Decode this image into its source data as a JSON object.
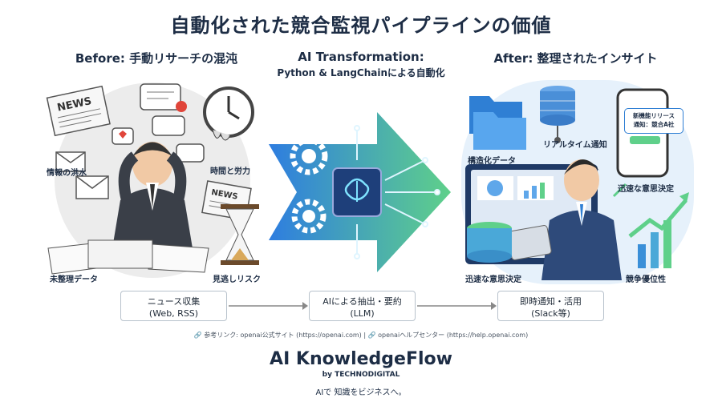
{
  "title": "自動化された競合監視パイプラインの価値",
  "before": {
    "heading": "Before: 手動リサーチの混沌",
    "labels": [
      "情報の洪水",
      "時間と労力",
      "未整理データ",
      "見逃しリスク"
    ],
    "news_text": "NEWS"
  },
  "transform": {
    "heading": "AI Transformation:",
    "subheading": "Python & LangChainによる自動化"
  },
  "after": {
    "heading": "After: 整理されたインサイト",
    "labels": [
      "構造化データ",
      "リアルタイム通知",
      "迅速な意思決定",
      "迅速な意思決定",
      "競争優位性"
    ],
    "notification": [
      "新機能リリース",
      "通知：競合A社"
    ]
  },
  "steps": [
    {
      "line1": "ニュース収集",
      "line2": "(Web, RSS)"
    },
    {
      "line1": "AIによる抽出・要約",
      "line2": "(LLM)"
    },
    {
      "line1": "即時通知・活用",
      "line2": "(Slack等)"
    }
  ],
  "references": "🔗 参考リンク: openai公式サイト (https://openai.com) | 🔗 openaiヘルプセンター (https://help.openai.com)",
  "brand": {
    "name": "AI KnowledgeFlow",
    "by": "by TECHNODIGITAL",
    "tagline": "AIで 知識をビジネスへ。"
  },
  "colors": {
    "navy": "#1d2d45",
    "arrow_blue": "#2e7de0",
    "arrow_green": "#5fd08a",
    "after_bg": "#e6f1fb",
    "before_bg": "#ececec"
  }
}
